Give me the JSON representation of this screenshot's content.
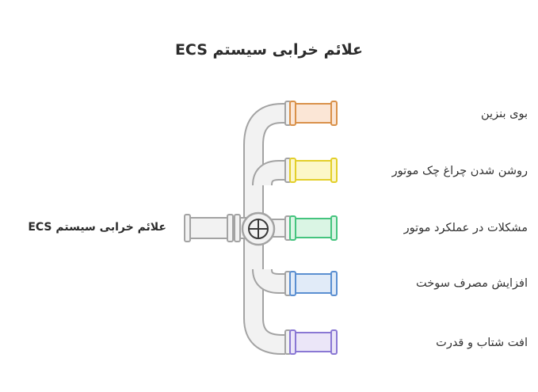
{
  "title": "علائم خرابی سیستم ECS",
  "root": {
    "label": "علائم خرابی سیستم ECS"
  },
  "items": [
    {
      "label": "بوی بنزین",
      "color": "#d9914a",
      "fill": "#fbe6d6"
    },
    {
      "label": "روشن شدن چراغ چک موتور",
      "color": "#e3cf2a",
      "fill": "#fcf7c8"
    },
    {
      "label": "مشکلات در عملکرد موتور",
      "color": "#45c47e",
      "fill": "#daf5e4"
    },
    {
      "label": "افزایش مصرف سوخت",
      "color": "#5b8fd1",
      "fill": "#e1ebf8"
    },
    {
      "label": "افت شتاب و قدرت",
      "color": "#8a78d4",
      "fill": "#ebe6f8"
    }
  ],
  "pipe": {
    "stroke": "#a3a3a3",
    "fill": "#f2f2f2"
  }
}
